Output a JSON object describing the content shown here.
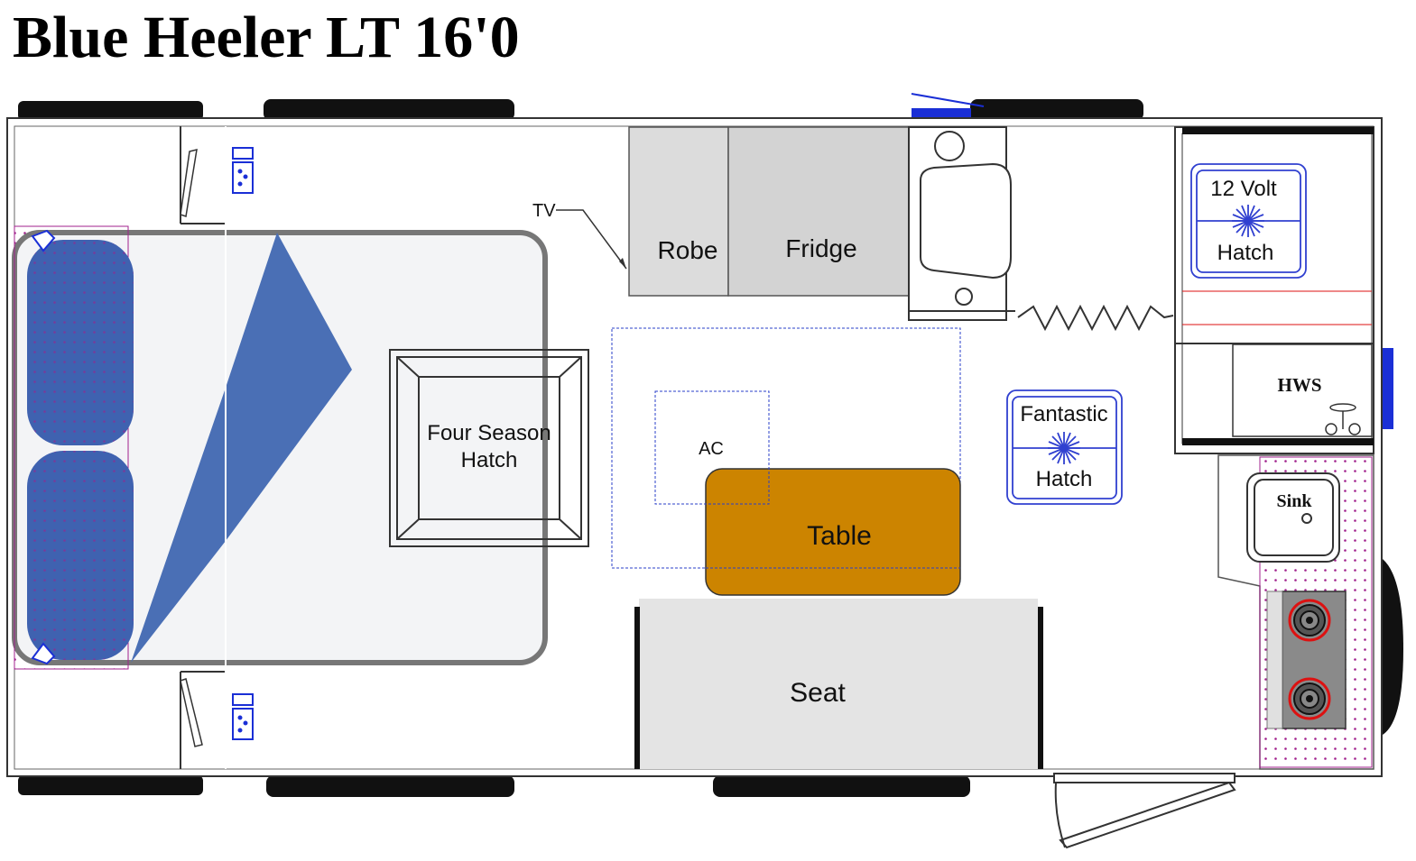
{
  "title": "Blue Heeler LT 16'0",
  "labels": {
    "tv": "TV",
    "robe": "Robe",
    "fridge": "Fridge",
    "four_season_hatch_line1": "Four Season",
    "four_season_hatch_line2": "Hatch",
    "ac": "AC",
    "table": "Table",
    "seat": "Seat",
    "fantastic_hatch_line1": "Fantastic",
    "fantastic_hatch_line2": "Hatch",
    "twelve_volt_hatch_line1": "12 Volt",
    "twelve_volt_hatch_line2": "Hatch",
    "hws": "HWS",
    "sink": "Sink"
  },
  "colors": {
    "outline": "#333333",
    "mattress_blue": "#4a6fb5",
    "pillow_blue": "#3f62b0",
    "dot_magenta": "#a0208c",
    "table_fill": "#cc8400",
    "robe_fill": "#dcdcdc",
    "fridge_fill": "#d3d3d3",
    "seat_fill": "#e4e4e4",
    "outlet_blue": "#1a2fd6",
    "hatch_blue": "#3040d0",
    "stove_ring_red": "#dd1111"
  }
}
